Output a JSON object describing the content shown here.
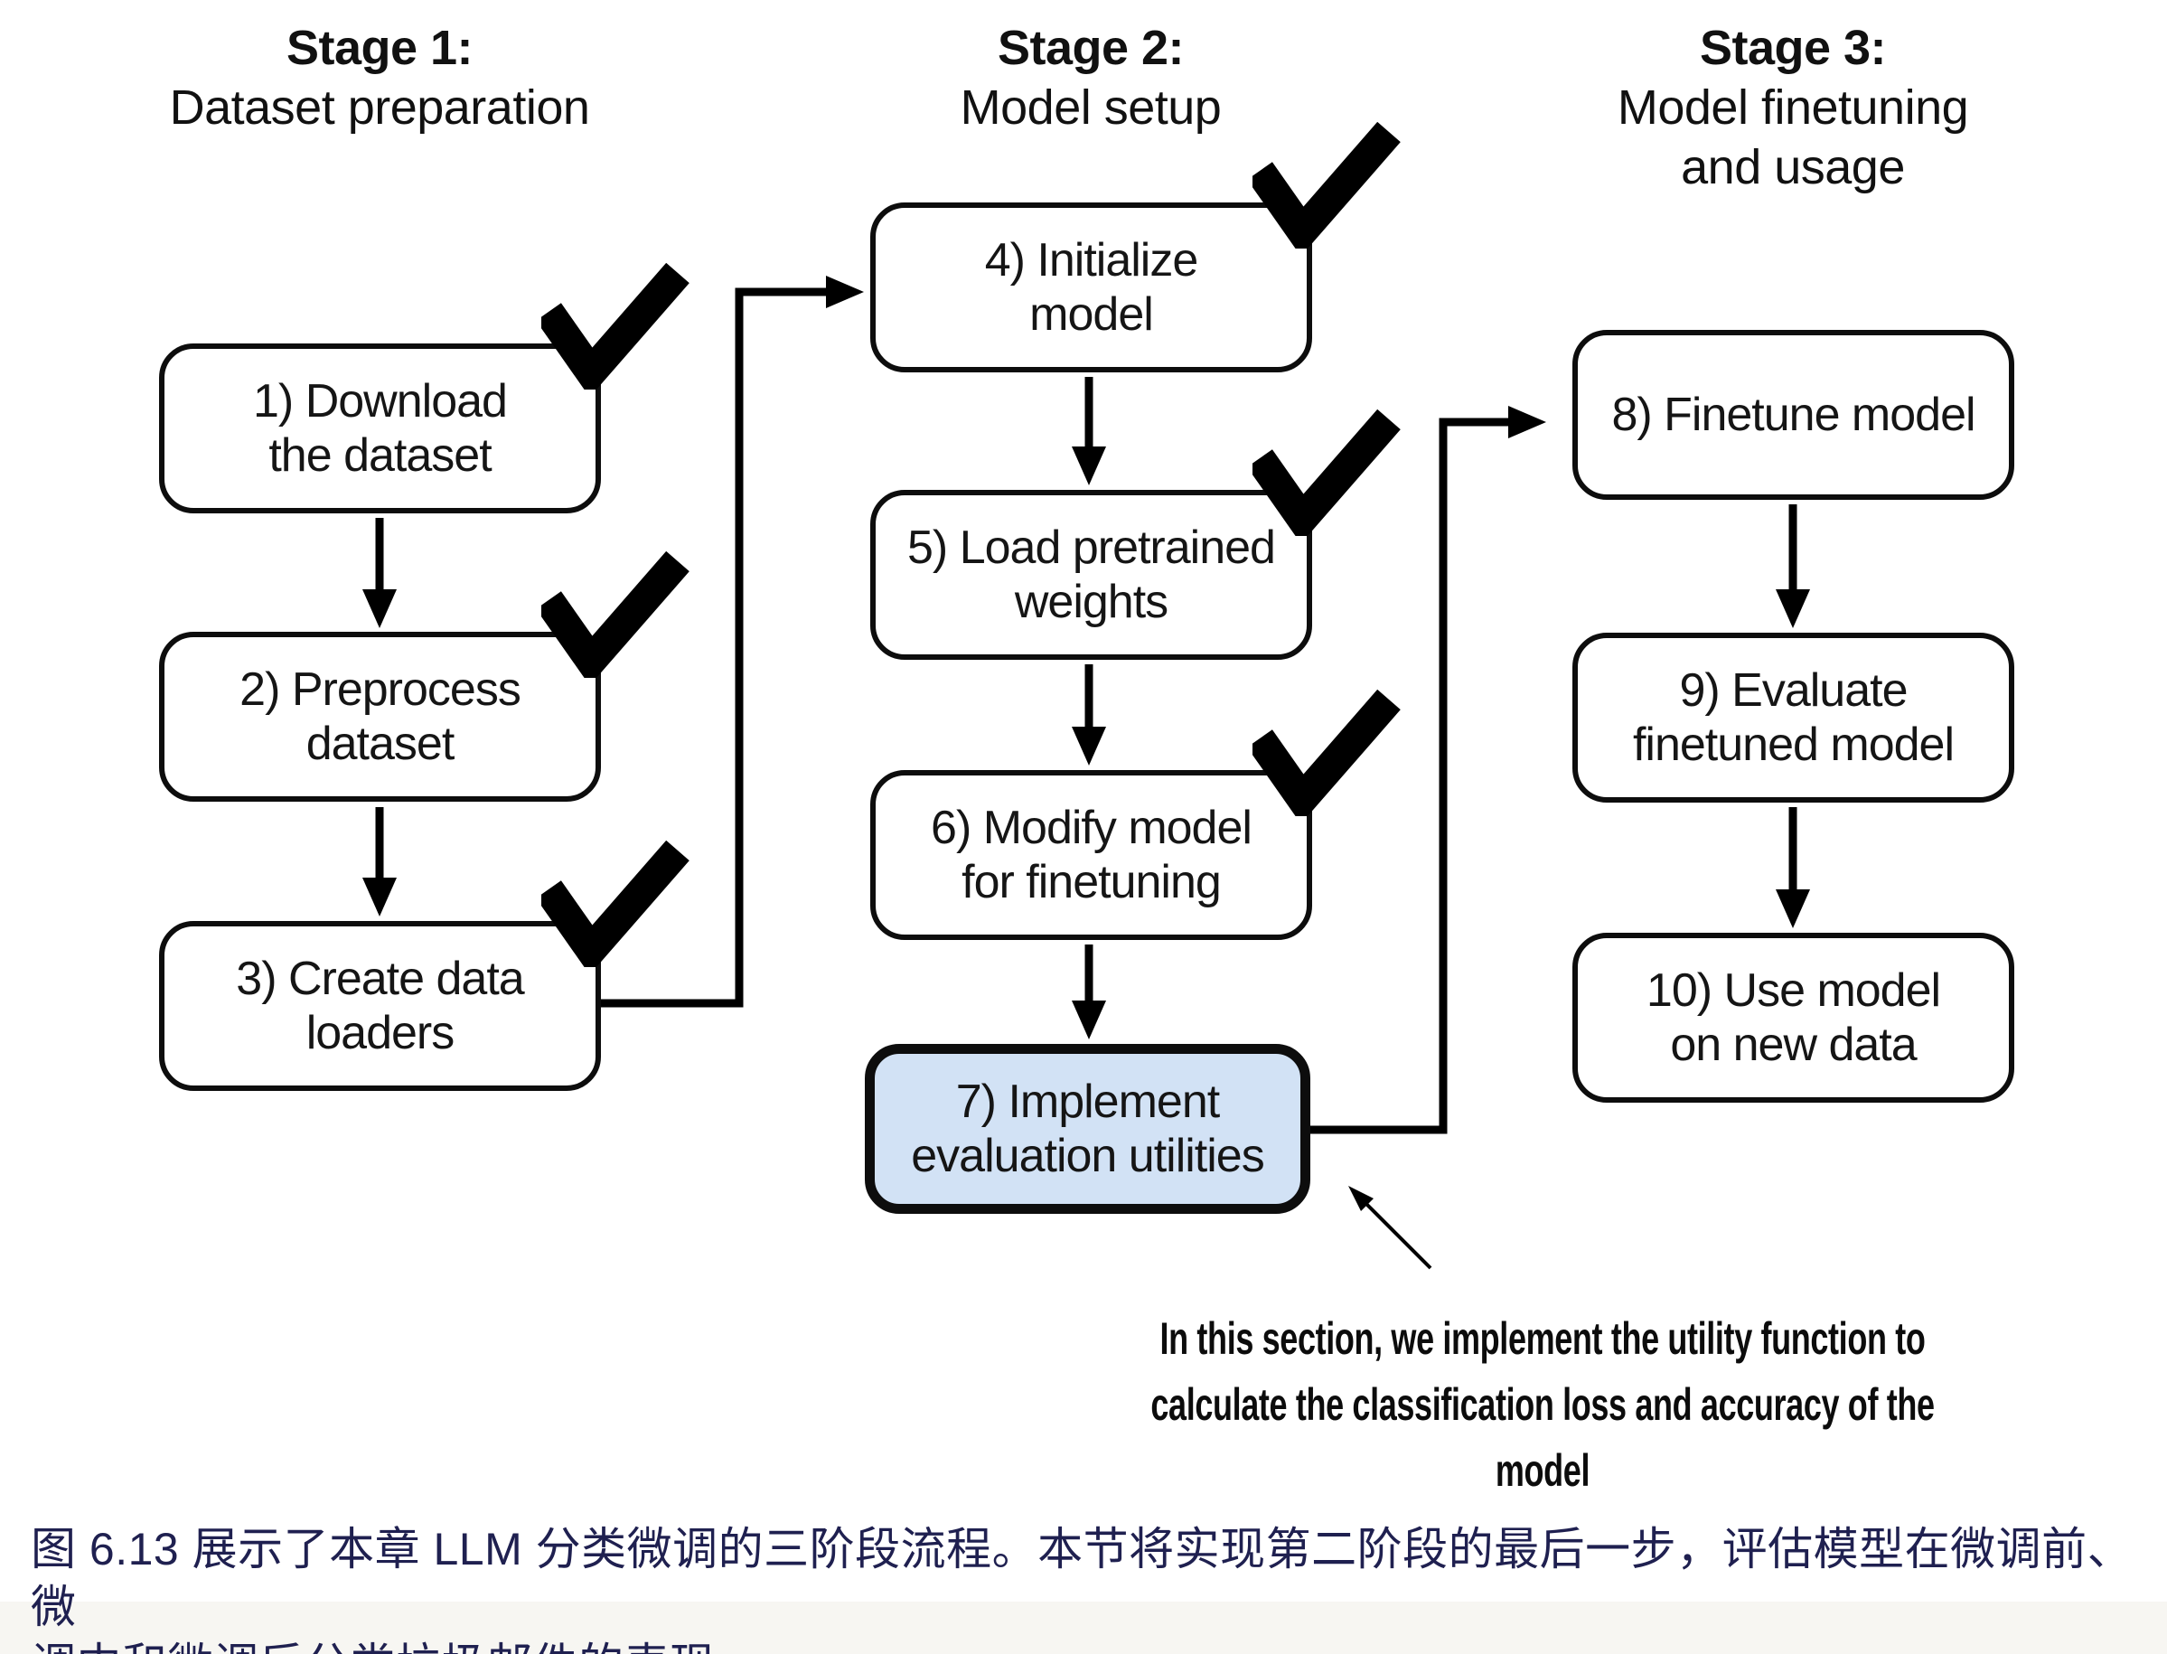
{
  "stages": [
    {
      "title": "Stage 1:",
      "subtitle": "Dataset preparation"
    },
    {
      "title": "Stage 2:",
      "subtitle": "Model setup"
    },
    {
      "title": "Stage 3:",
      "subtitle": "Model finetuning\nand usage"
    }
  ],
  "boxes": [
    {
      "label": "1) Download\nthe dataset",
      "completed": true,
      "highlighted": false
    },
    {
      "label": "2) Preprocess\ndataset",
      "completed": true,
      "highlighted": false
    },
    {
      "label": "3) Create data\nloaders",
      "completed": true,
      "highlighted": false
    },
    {
      "label": "4) Initialize\nmodel",
      "completed": true,
      "highlighted": false
    },
    {
      "label": "5) Load pretrained\nweights",
      "completed": true,
      "highlighted": false
    },
    {
      "label": "6) Modify model\nfor finetuning",
      "completed": true,
      "highlighted": false
    },
    {
      "label": "7) Implement\nevaluation utilities",
      "completed": false,
      "highlighted": true
    },
    {
      "label": "8) Finetune model",
      "completed": false,
      "highlighted": false
    },
    {
      "label": "9) Evaluate\nfinetuned model",
      "completed": false,
      "highlighted": false
    },
    {
      "label": "10) Use model\non new data",
      "completed": false,
      "highlighted": false
    }
  ],
  "annotation": {
    "text": "In this section, we implement the utility function to\ncalculate the classification loss and accuracy of the model"
  },
  "caption": {
    "text": "图 6.13 展示了本章 LLM 分类微调的三阶段流程。本节将实现第二阶段的最后一步，评估模型在微调前、微\n调中和微调后分类垃圾邮件的表现。"
  },
  "colors": {
    "highlight_fill": "#d2e2f5",
    "line": "#000000",
    "caption_text": "#1f2050"
  }
}
